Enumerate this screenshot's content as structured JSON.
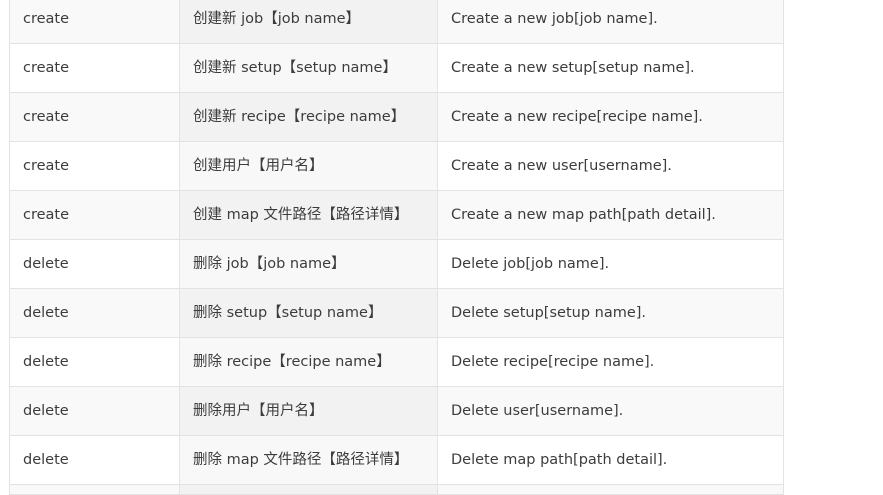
{
  "rows": [
    {
      "op": "create",
      "zh": "创建新 job【job name】",
      "en": "Create a new job[job name]."
    },
    {
      "op": "create",
      "zh": "创建新 setup【setup name】",
      "en": "Create a new setup[setup name]."
    },
    {
      "op": "create",
      "zh": "创建新 recipe【recipe name】",
      "en": "Create a new recipe[recipe name]."
    },
    {
      "op": "create",
      "zh": "创建用户【用户名】",
      "en": "Create a new user[username]."
    },
    {
      "op": "create",
      "zh": "创建 map 文件路径【路径详情】",
      "en": "Create a new map path[path detail]."
    },
    {
      "op": "delete",
      "zh": "删除 job【job name】",
      "en": "Delete job[job name]."
    },
    {
      "op": "delete",
      "zh": "删除 setup【setup name】",
      "en": "Delete setup[setup name]."
    },
    {
      "op": "delete",
      "zh": "删除 recipe【recipe name】",
      "en": "Delete recipe[recipe name]."
    },
    {
      "op": "delete",
      "zh": "删除用户【用户名】",
      "en": "Delete user[username]."
    },
    {
      "op": "delete",
      "zh": "删除 map 文件路径【路径详情】",
      "en": "Delete map path[path detail]."
    }
  ]
}
